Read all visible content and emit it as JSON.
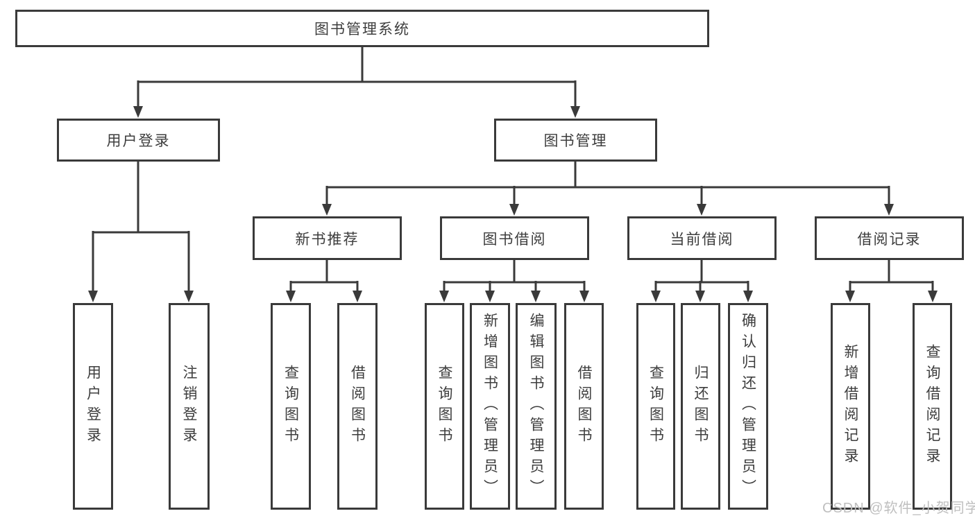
{
  "tree": {
    "root": "图书管理系统",
    "branches": [
      {
        "label": "用户登录",
        "leaves": [
          "用户登录",
          "注销登录"
        ]
      },
      {
        "label": "图书管理",
        "groups": [
          {
            "label": "新书推荐",
            "leaves": [
              "查询图书",
              "借阅图书"
            ]
          },
          {
            "label": "图书借阅",
            "leaves": [
              "查询图书",
              "新增图书（管理员）",
              "编辑图书（管理员）",
              "借阅图书"
            ]
          },
          {
            "label": "当前借阅",
            "leaves": [
              "查询图书",
              "归还图书",
              "确认归还（管理员）"
            ]
          },
          {
            "label": "借阅记录",
            "leaves": [
              "新增借阅记录",
              "查询借阅记录"
            ]
          }
        ]
      }
    ]
  },
  "watermark": "CSDN @软件_小贺同学",
  "colors": {
    "line": "#3a3a3a",
    "text": "#3d3d3d",
    "watermark": "#bfbfbf",
    "background": "#ffffff"
  }
}
